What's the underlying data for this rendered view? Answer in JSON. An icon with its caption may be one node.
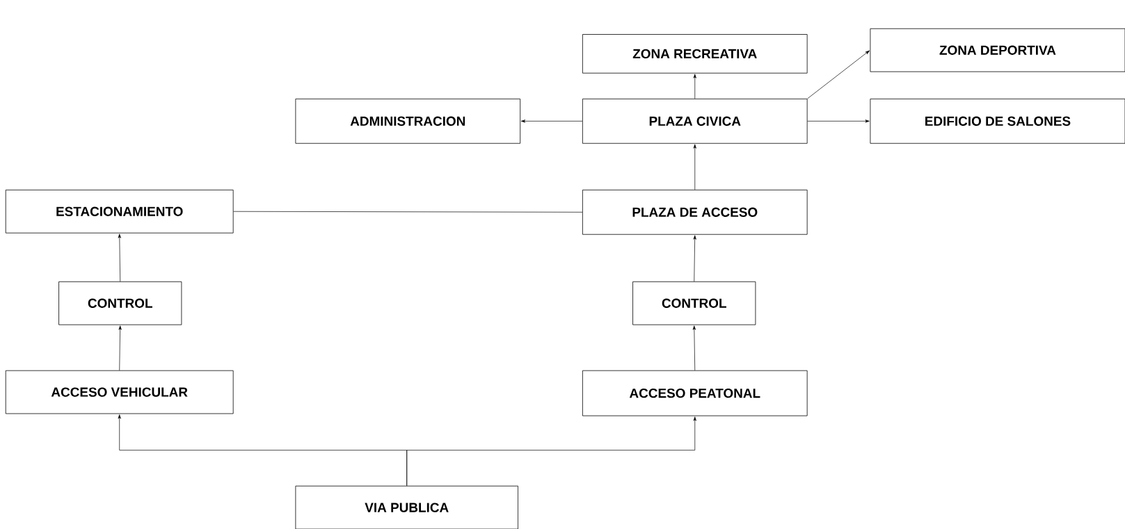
{
  "diagram": {
    "nodes": [
      {
        "text": [
          "ZONA RECREATIVA"
        ]
      },
      {
        "text": [
          "ZONA DEPORTIVA"
        ]
      },
      {
        "text": [
          "ADMINISTRACION"
        ]
      },
      {
        "text": [
          "PLAZA CIVICA"
        ]
      },
      {
        "text": [
          "EDIFICIO DE SALONES"
        ]
      },
      {
        "text": [
          "ESTACIONAMIENTO"
        ]
      },
      {
        "text": [
          "PLAZA DE ACCESO"
        ]
      },
      {
        "text": [
          "CONTROL"
        ]
      },
      {
        "text": [
          "CONTROL"
        ]
      },
      {
        "text": [
          "ACCESO VEHICULAR"
        ]
      },
      {
        "text": [
          "ACCESO PEATONAL"
        ]
      },
      {
        "text": [
          "VIA PUBLICA"
        ]
      }
    ],
    "edges": [
      {
        "from": 3,
        "to": 0,
        "arrow": "to"
      },
      {
        "from": 3,
        "to": 1,
        "arrow": "to"
      },
      {
        "from": 3,
        "to": 2,
        "arrow": "to"
      },
      {
        "from": 3,
        "to": 4,
        "arrow": "to"
      },
      {
        "from": 6,
        "to": 3,
        "arrow": "to"
      },
      {
        "from": 5,
        "to": 6,
        "arrow": "none"
      },
      {
        "from": 8,
        "to": 6,
        "arrow": "to"
      },
      {
        "from": 10,
        "to": 8,
        "arrow": "to"
      },
      {
        "from": 7,
        "to": 5,
        "arrow": "to"
      },
      {
        "from": 9,
        "to": 7,
        "arrow": "to"
      },
      {
        "from": 11,
        "to": 9,
        "arrow": "to"
      },
      {
        "from": 11,
        "to": 10,
        "arrow": "to"
      }
    ]
  }
}
